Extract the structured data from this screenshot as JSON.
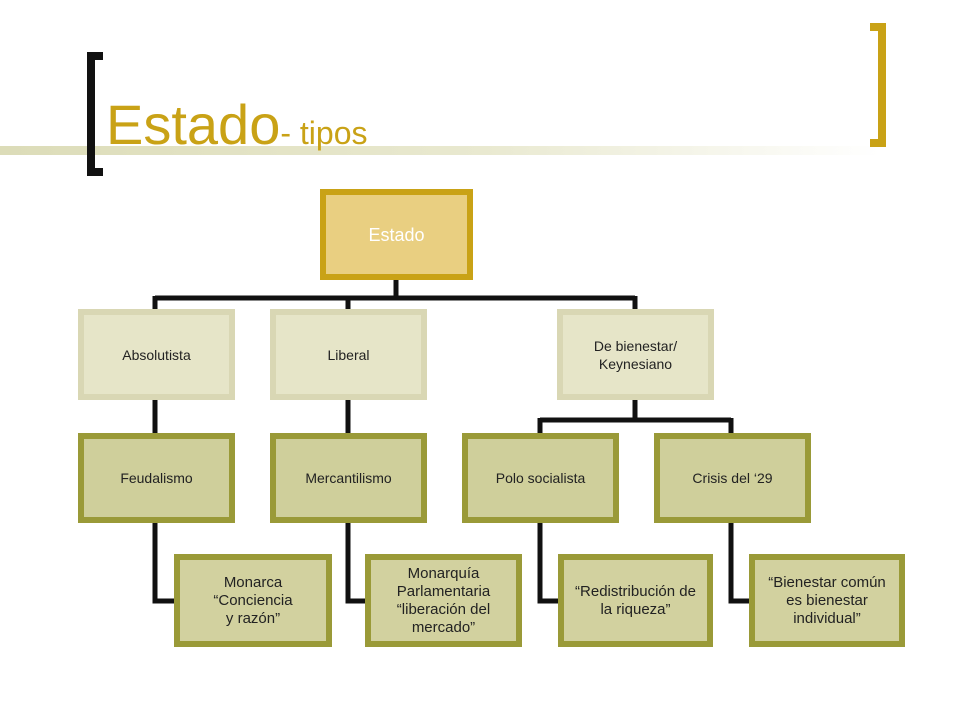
{
  "title": {
    "main": "Estado",
    "sub": "- tipos"
  },
  "colors": {
    "accent": "#c9a216",
    "frame_dark": "#111111"
  },
  "tree": {
    "root": "Estado",
    "absolutista": "Absolutista",
    "liberal": "Liberal",
    "bienestar": "De bienestar/\nKeynesiano",
    "feudalismo": "Feudalismo",
    "mercantilismo": "Mercantilismo",
    "polo": "Polo socialista",
    "crisis": "Crisis del ‘29",
    "monarca": "Monarca\n“Conciencia\ny razón”",
    "monarquia": "Monarquía\nParlamentaria\n“liberación del\nmercado”",
    "redistribucion": "“Redistribución de\nla riqueza”",
    "bienestar_comun": "“Bienestar común\nes bienestar\nindividual”"
  }
}
